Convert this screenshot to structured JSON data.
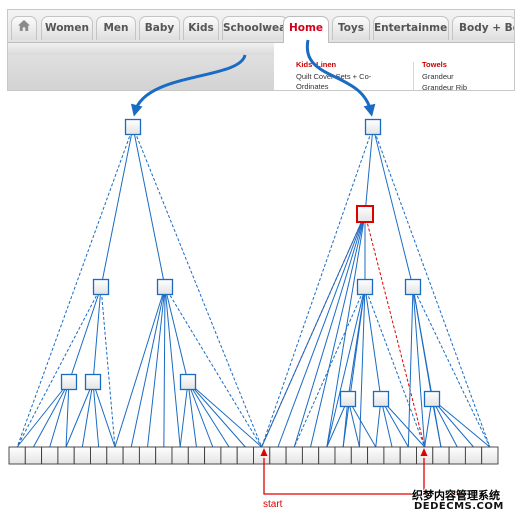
{
  "menu": {
    "tabs": [
      {
        "label": "",
        "icon": "home-icon"
      },
      {
        "label": "Women"
      },
      {
        "label": "Men"
      },
      {
        "label": "Baby"
      },
      {
        "label": "Kids"
      },
      {
        "label": "Schoolwear"
      },
      {
        "label": "Home",
        "active": true
      },
      {
        "label": "Toys"
      },
      {
        "label": "Entertainment"
      },
      {
        "label": "Body + Beau"
      }
    ],
    "dropdown": {
      "col1": {
        "heading": "Kids' Linen",
        "items": [
          "Quilt Cover Sets + Co-",
          "Ordinates"
        ]
      },
      "col2": {
        "heading": "Towels",
        "items": [
          "Grandeur",
          "Grandeur Rib"
        ]
      }
    }
  },
  "diagram": {
    "start_label": "start",
    "colors": {
      "tree": "#1a6bc4",
      "highlight": "#e00000",
      "arrow": "#1a6bc4"
    }
  },
  "watermark": {
    "text": "织梦内容管理系统",
    "sub": "DEDECMS.COM"
  }
}
